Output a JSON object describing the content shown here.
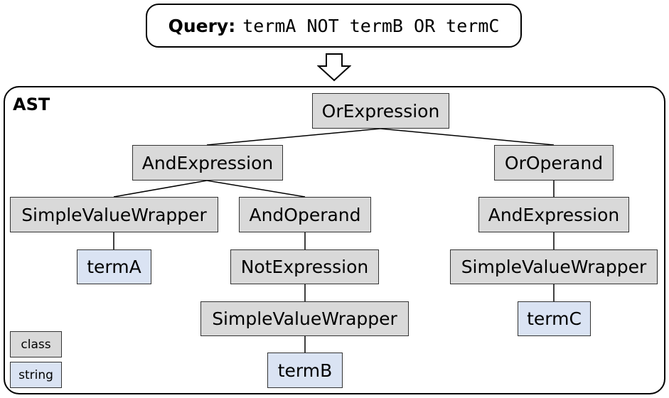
{
  "query": {
    "label": "Query:",
    "expression": "termA NOT termB OR termC"
  },
  "ast": {
    "title": "AST",
    "nodes": {
      "or_expression": "OrExpression",
      "and_expression_left": "AndExpression",
      "or_operand": "OrOperand",
      "svw_left": "SimpleValueWrapper",
      "and_operand": "AndOperand",
      "and_expression_right": "AndExpression",
      "term_a": "termA",
      "not_expression": "NotExpression",
      "svw_right": "SimpleValueWrapper",
      "svw_middle": "SimpleValueWrapper",
      "term_c": "termC",
      "term_b": "termB"
    }
  },
  "legend": {
    "class": "class",
    "string": "string"
  },
  "colors": {
    "class_fill": "#d9d9d9",
    "string_fill": "#dae3f3",
    "stroke": "#000000"
  }
}
